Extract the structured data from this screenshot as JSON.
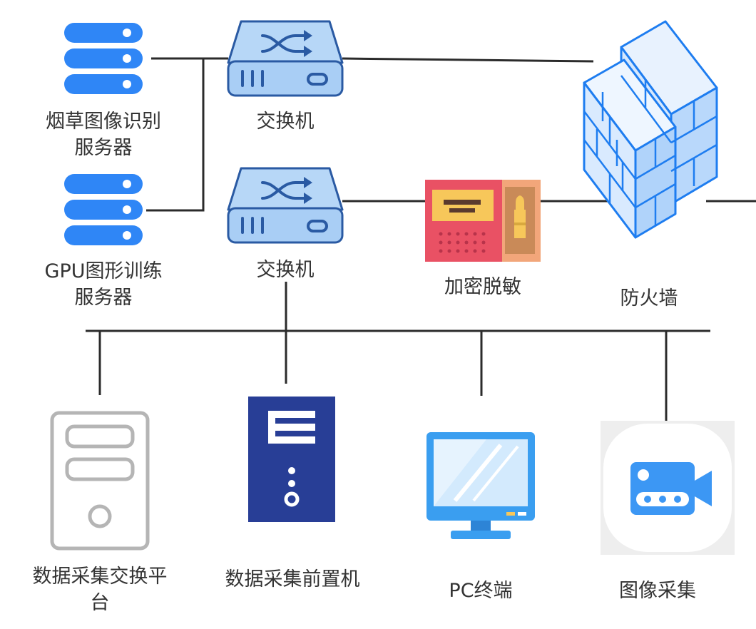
{
  "nodes": {
    "server_tobacco": {
      "label_line1": "烟草图像识别",
      "label_line2": "服务器",
      "icon": "server-stack-icon"
    },
    "server_gpu": {
      "label_line1": "GPU图形训练",
      "label_line2": "服务器",
      "icon": "server-stack-icon"
    },
    "switch_top": {
      "label": "交换机",
      "icon": "network-switch-icon"
    },
    "switch_bottom": {
      "label": "交换机",
      "icon": "network-switch-icon"
    },
    "encryption": {
      "label": "加密脱敏",
      "icon": "encryption-device-icon"
    },
    "firewall": {
      "label": "防火墙",
      "icon": "firewall-icon"
    },
    "exchange_platform": {
      "label_line1": "数据采集交换平",
      "label_line2": "台",
      "icon": "tower-pc-icon"
    },
    "front_machine": {
      "label": "数据采集前置机",
      "icon": "server-tower-icon"
    },
    "pc_terminal": {
      "label": "PC终端",
      "icon": "monitor-icon"
    },
    "image_capture": {
      "label": "图像采集",
      "icon": "video-camera-icon"
    }
  },
  "colors": {
    "line": "#2b2b2b",
    "server_blue": "#2f86f6",
    "switch_fill": "#a9cef5",
    "switch_stroke": "#2a5aa3",
    "firewall_stroke": "#1e7df0",
    "front_navy": "#283e96",
    "monitor_blue": "#3a9ef0",
    "camera_blue": "#3c97f4"
  }
}
